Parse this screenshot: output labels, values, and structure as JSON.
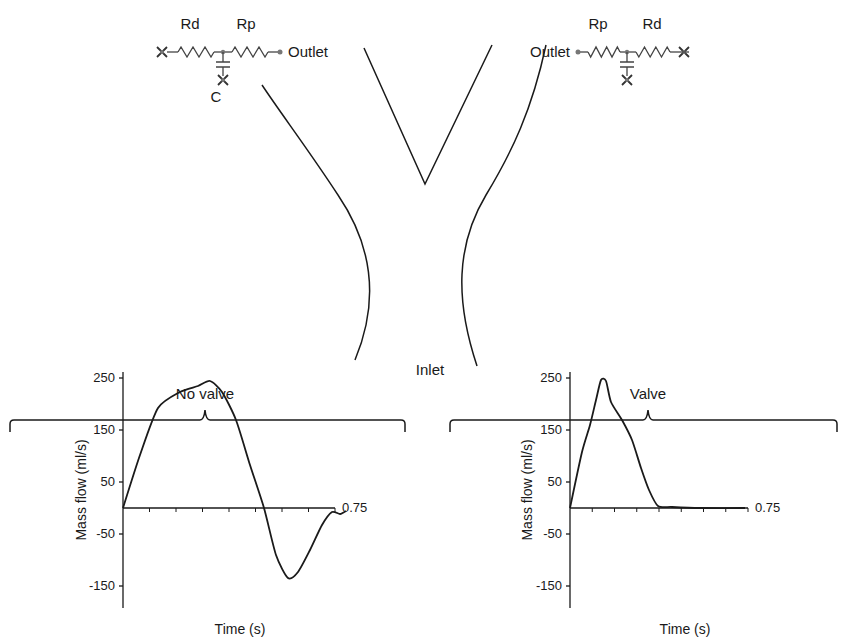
{
  "diagram": {
    "labels": [
      "Rd",
      "Rp",
      "C",
      "Outlet",
      "Outlet",
      "Rp",
      "Rd",
      "No valve",
      "Inlet",
      "Valve",
      "250",
      "150",
      "50",
      "-50",
      "-150",
      "0.75",
      "Mass flow (ml/s)",
      "Time (s)",
      "250",
      "150",
      "50",
      "-50",
      "-150",
      "0.75",
      "Mass flow (ml/s)",
      "Time (s)"
    ]
  }
}
